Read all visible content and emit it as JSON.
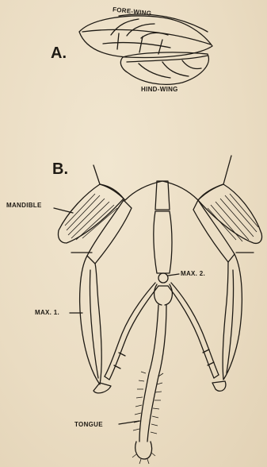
{
  "figure_a": {
    "letter": "A.",
    "labels": {
      "fore_wing": "FORE-WING",
      "hind_wing": "HIND-WING"
    }
  },
  "figure_b": {
    "letter": "B.",
    "labels": {
      "mandible": "MANDIBLE",
      "max1": "MAX. 1.",
      "max2": "MAX. 2.",
      "tongue": "TONGUE"
    }
  }
}
